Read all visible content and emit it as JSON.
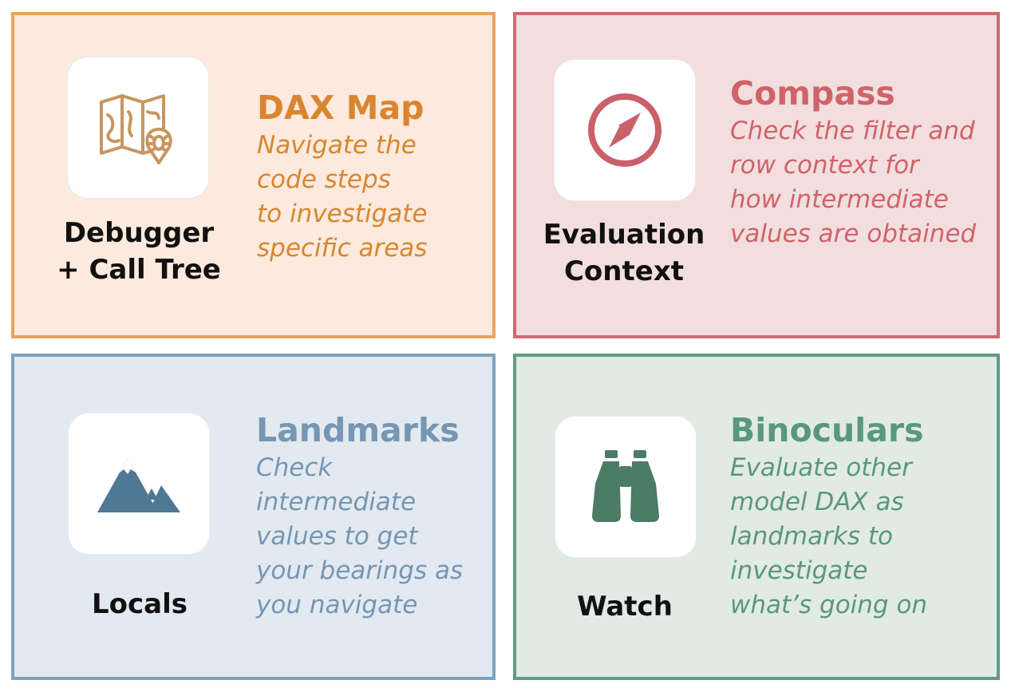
{
  "panels": [
    {
      "metaphor": "DAX Map",
      "tool_lines": [
        "Debugger",
        "+ Call Tree"
      ],
      "desc_lines": [
        "Navigate the",
        "code steps",
        "to investigate",
        "specific areas"
      ],
      "icon": "treasure-map-bug-icon",
      "colors": {
        "bg": "#fbeadd",
        "border": "#e8a45e",
        "accent": "#d98530",
        "icon": "#c9955e"
      }
    },
    {
      "metaphor": "Compass",
      "tool_lines": [
        "Evaluation",
        "Context"
      ],
      "desc_lines": [
        "Check the filter and",
        "row context for",
        "how intermediate",
        "values are obtained"
      ],
      "icon": "compass-icon",
      "colors": {
        "bg": "#f3dedf",
        "border": "#cf6b72",
        "accent": "#cf636a",
        "icon": "#c9606a"
      }
    },
    {
      "metaphor": "Landmarks",
      "tool_lines": [
        "Locals"
      ],
      "desc_lines": [
        "Check",
        "intermediate",
        "values to get",
        "your bearings as",
        "you navigate"
      ],
      "icon": "mountain-icon",
      "colors": {
        "bg": "#e2e9f0",
        "border": "#7fa2bd",
        "accent": "#7696b3",
        "icon": "#4f7895"
      }
    },
    {
      "metaphor": "Binoculars",
      "tool_lines": [
        "Watch"
      ],
      "desc_lines": [
        "Evaluate other",
        "model DAX as",
        "landmarks to",
        "investigate",
        "what’s going on"
      ],
      "icon": "binoculars-icon",
      "colors": {
        "bg": "#e1eae5",
        "border": "#5f9c82",
        "accent": "#5a987b",
        "icon": "#4c7b66"
      }
    }
  ]
}
